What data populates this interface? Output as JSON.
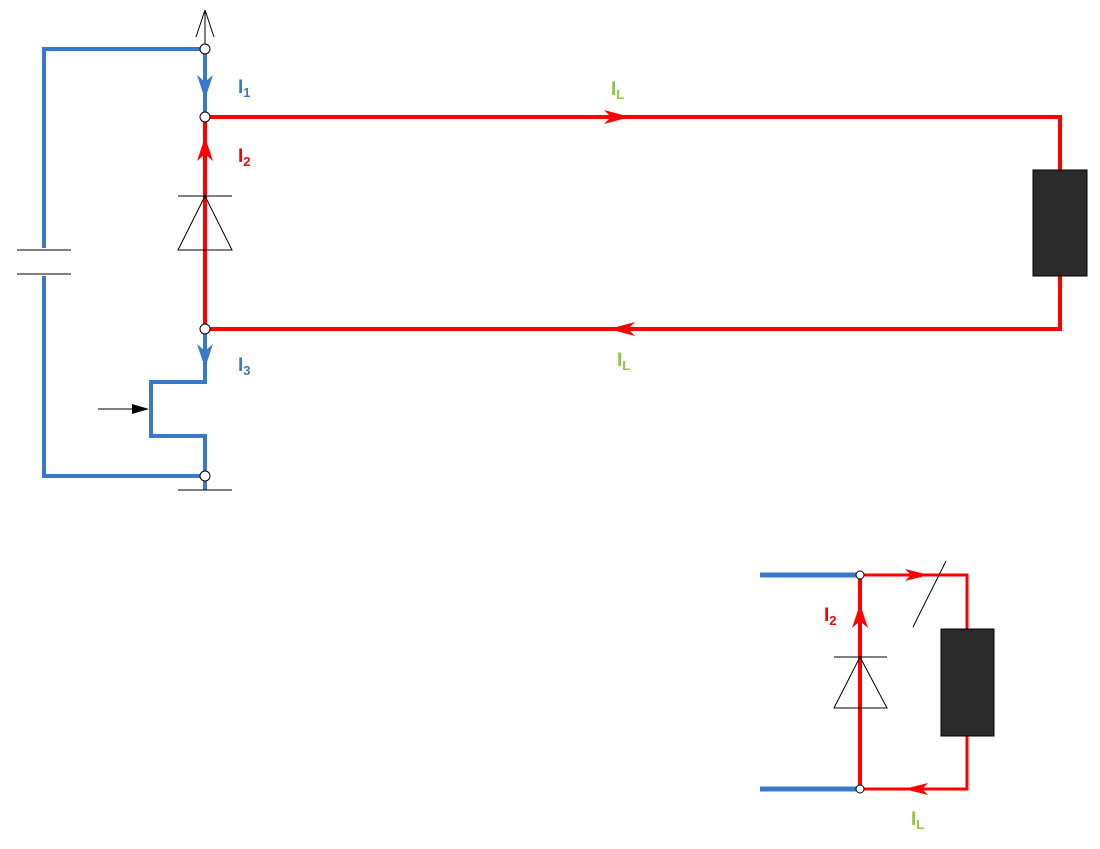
{
  "colors": {
    "blue": "#3a78c9",
    "red": "#ff0000",
    "green": "#8dc63f",
    "black": "#000000",
    "load": "#2b2b2b"
  },
  "labels": {
    "i1": {
      "main": "I",
      "sub": "1"
    },
    "i2": {
      "main": "I",
      "sub": "2"
    },
    "i3": {
      "main": "I",
      "sub": "3"
    },
    "il_top": {
      "main": "I",
      "sub": "L"
    },
    "il_bottom": {
      "main": "I",
      "sub": "L"
    },
    "detail_i2": {
      "main": "I",
      "sub": "2"
    },
    "detail_il": {
      "main": "I",
      "sub": "L"
    }
  }
}
